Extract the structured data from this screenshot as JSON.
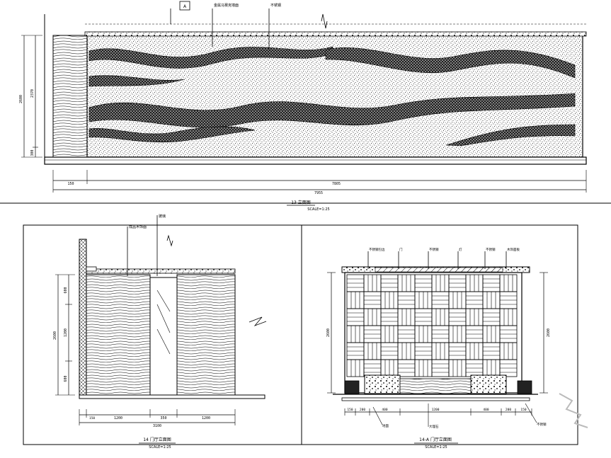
{
  "top_elevation": {
    "title": "13 立面图",
    "scale": "SCALE=1:25",
    "callouts": [
      "A",
      "金属马赛克墙面",
      "不锈钢"
    ],
    "dims_vertical": [
      "2600",
      "2370",
      "300"
    ],
    "dims_horizontal": [
      "150",
      "7805",
      "7955"
    ]
  },
  "left_elevation": {
    "title": "14 门厅立面图",
    "scale": "SCALE=1:25",
    "callouts": [
      "成品木饰面",
      "玻璃"
    ],
    "dims_vertical": [
      "600",
      "2600",
      "1200",
      "600"
    ],
    "dims_horizontal": [
      "150",
      "1200",
      "350",
      "1200",
      "3100"
    ]
  },
  "right_elevation": {
    "title": "14-A 门厅立面图",
    "scale": "SCALE=1:25",
    "callouts": [
      "不锈钢包边",
      "门",
      "不锈钢",
      "灯",
      "不锈钢",
      "木饰面板"
    ],
    "dims_vertical": [
      "2600",
      "2600"
    ],
    "dims_horizontal": [
      "150",
      "200",
      "400",
      "1200",
      "400",
      "200",
      "150"
    ],
    "bottom_labels": [
      "地面",
      "大理石",
      "不锈钢"
    ]
  },
  "colors": {
    "line": "#000000",
    "dark_band": "#2b2b2b",
    "background": "#ffffff"
  }
}
